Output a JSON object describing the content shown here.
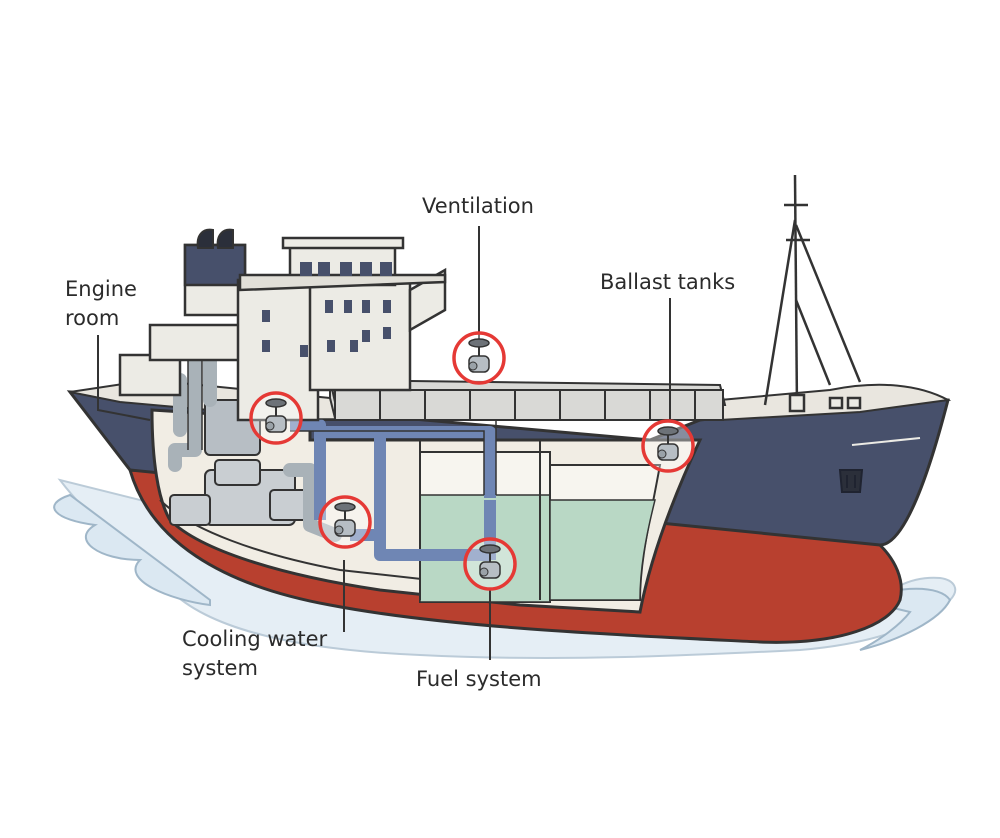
{
  "labels": {
    "engine_room": [
      "Engine",
      "room"
    ],
    "ventilation": "Ventilation",
    "ballast_tanks": "Ballast tanks",
    "cooling_water": [
      "Cooling water",
      "system"
    ],
    "fuel_system": "Fuel system"
  },
  "colors": {
    "hull_top": "#47506b",
    "hull_bottom": "#b8402f",
    "hull_interior": "#f1ede4",
    "water": "#dbe8f2",
    "superstructure": "#ecebe5",
    "cargo_covers": "#d9d9d6",
    "pipes_blue": "#6f86b4",
    "pipes_grey": "#a9b2b8",
    "tank_fluid": "#b9d8c5",
    "valve_highlight": "#e53935",
    "outline": "#333333"
  },
  "valves": [
    {
      "name": "ventilation-valve"
    },
    {
      "name": "engine-room-valve"
    },
    {
      "name": "ballast-valve"
    },
    {
      "name": "cooling-valve"
    },
    {
      "name": "fuel-valve"
    }
  ]
}
